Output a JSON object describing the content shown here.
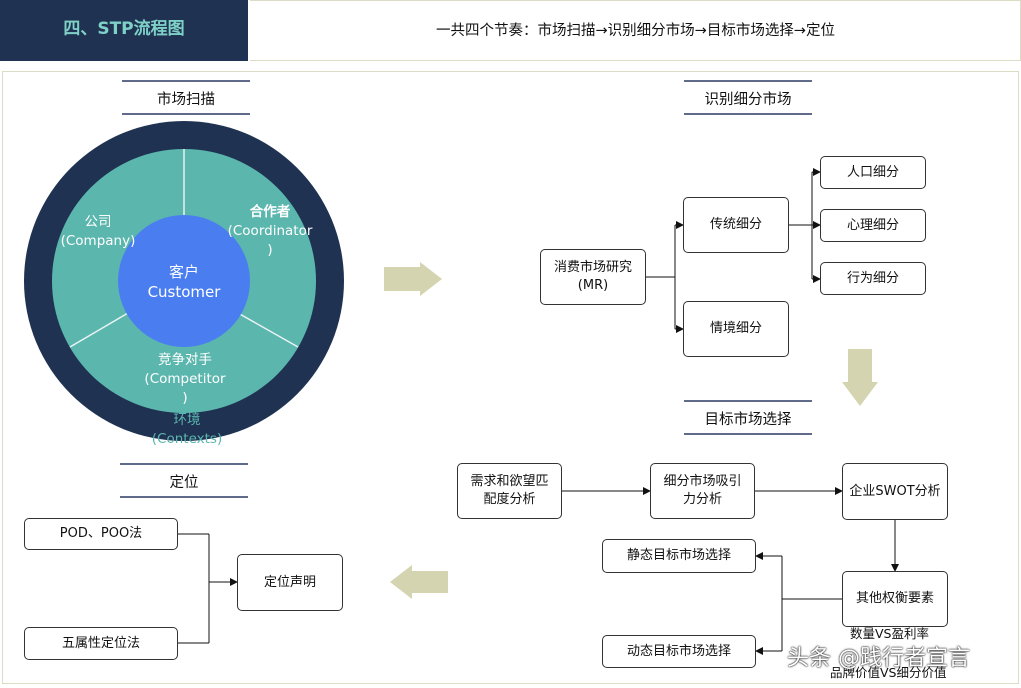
{
  "header": {
    "title": "四、STP流程图",
    "subtitle": "一共四个节奏：市场扫描→识别细分市场→目标市场选择→定位"
  },
  "sections": {
    "scan": "市场扫描",
    "segment": "识别细分市场",
    "target": "目标市场选择",
    "position": "定位"
  },
  "wheel": {
    "center_cn": "客户",
    "center_en": "Customer",
    "company_cn": "公司",
    "company_en": "(Company)",
    "coordinator_cn": "合作者",
    "coordinator_en": "(Coordinator",
    "coordinator_close": ")",
    "competitor_cn": "竞争对手",
    "competitor_en": "(Competitor",
    "competitor_close": ")",
    "context_cn": "环境",
    "context_en": "(Contexts)"
  },
  "segment": {
    "mr_line1": "消费市场研究",
    "mr_line2": "(MR)",
    "traditional": "传统细分",
    "situational": "情境细分",
    "population": "人口细分",
    "psychological": "心理细分",
    "behavioral": "行为细分"
  },
  "target": {
    "needs_line1": "需求和欲望匹",
    "needs_line2": "配度分析",
    "attract_line1": "细分市场吸引",
    "attract_line2": "力分析",
    "swot": "企业SWOT分析",
    "tradeoff": "其他权衡要素",
    "static": "静态目标市场选择",
    "dynamic": "动态目标市场选择",
    "note1": "数量VS盈利率",
    "note2": "品牌价值VS细分价值"
  },
  "position": {
    "pod": "POD、POO法",
    "five": "五属性定位法",
    "statement": "定位声明"
  },
  "watermark": "头条 @践行者宣言",
  "colors": {
    "navy": "#1f3251",
    "teal": "#5bb6ae",
    "blue": "#4a7ef0",
    "arrow": "#d5d4b0"
  }
}
